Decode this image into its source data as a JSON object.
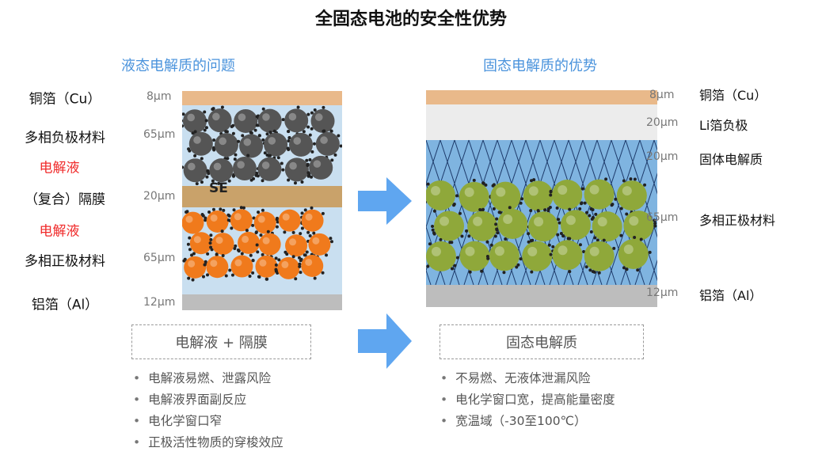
{
  "title": "全固态电池的安全性优势",
  "left": {
    "subtitle": "液态电解质的问题",
    "labels": [
      "铜箔（Cu）",
      "多相负极材料",
      "电解液",
      "（复合）隔膜",
      "电解液",
      "多相正极材料",
      "铝箔（Al）"
    ],
    "thicknesses": [
      "8μm",
      "65μm",
      "20μm",
      "65μm",
      "12μm"
    ],
    "diagram_text": "SE",
    "box_label": "电解液 + 隔膜",
    "bullets": [
      "电解液易燃、泄露风险",
      "电解液界面副反应",
      "电化学窗口窄",
      "正极活性物质的穿梭效应"
    ]
  },
  "right": {
    "subtitle": "固态电解质的优势",
    "labels": [
      "铜箔（Cu）",
      "Li箔负极",
      "固体电解质",
      "多相正极材料",
      "铝箔（Al）"
    ],
    "thicknesses": [
      "8μm",
      "20μm",
      "20μm",
      "65μm",
      "12μm"
    ],
    "box_label": "固态电解质",
    "bullets": [
      "不易燃、无液体泄漏风险",
      "电化学窗口宽，提高能量密度",
      "宽温域（-30至100℃）"
    ]
  },
  "colors": {
    "accent": "#4a93dc",
    "warning": "#f02a2a",
    "arrow": "#5fa6f0",
    "copper": "#e9b98a",
    "anode": "#555555",
    "cathode_liquid": "#f07a1c",
    "cathode_solid": "#8fa83a",
    "electrolyte_solid": "#7fb4e0"
  }
}
